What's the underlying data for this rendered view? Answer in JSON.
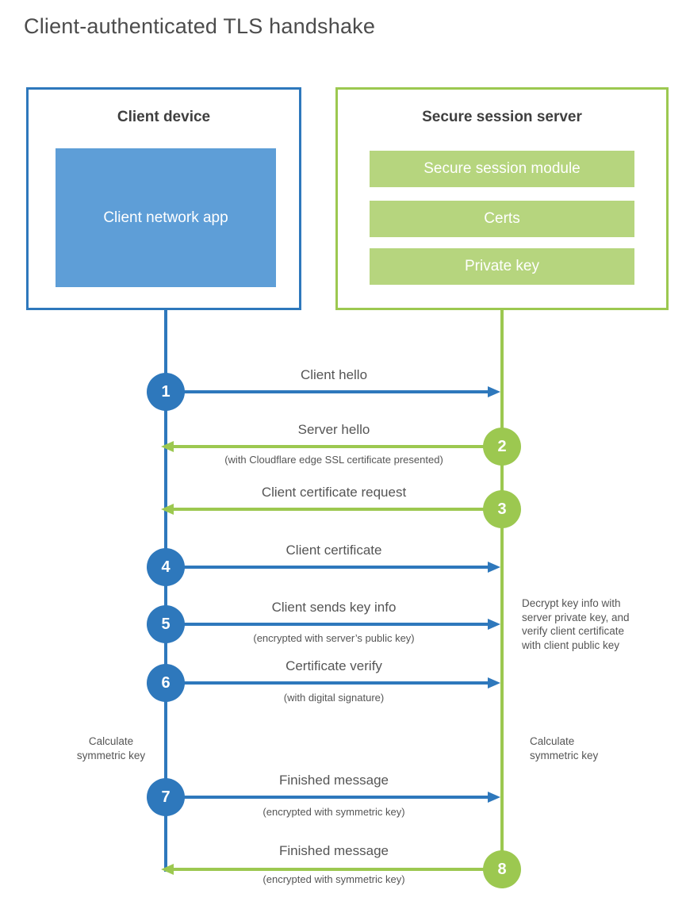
{
  "title": "Client-authenticated TLS handshake",
  "colors": {
    "blue": "#2e78bc",
    "blue_fill": "#5e9ed7",
    "green": "#9cc850",
    "green_fill": "#b6d57e",
    "label_text": "#555555",
    "heading_text": "#3f3f3f"
  },
  "client_box": {
    "title": "Client device",
    "app_label": "Client network app"
  },
  "server_box": {
    "title": "Secure session server",
    "modules": [
      "Secure session module",
      "Certs",
      "Private key"
    ]
  },
  "steps": [
    {
      "num": "1",
      "actor": "client",
      "direction": "right",
      "label": "Client hello",
      "sublabel": ""
    },
    {
      "num": "2",
      "actor": "server",
      "direction": "left",
      "label": "Server hello",
      "sublabel": "(with Cloudflare edge SSL certificate presented)"
    },
    {
      "num": "3",
      "actor": "server",
      "direction": "left",
      "label": "Client certificate request",
      "sublabel": ""
    },
    {
      "num": "4",
      "actor": "client",
      "direction": "right",
      "label": "Client certificate",
      "sublabel": ""
    },
    {
      "num": "5",
      "actor": "client",
      "direction": "right",
      "label": "Client sends key info",
      "sublabel": "(encrypted with server’s public key)"
    },
    {
      "num": "6",
      "actor": "client",
      "direction": "right",
      "label": "Certificate verify",
      "sublabel": "(with digital signature)"
    },
    {
      "num": "7",
      "actor": "client",
      "direction": "right",
      "label": "Finished message",
      "sublabel": "(encrypted with symmetric key)"
    },
    {
      "num": "8",
      "actor": "server",
      "direction": "left",
      "label": "Finished message",
      "sublabel": "(encrypted with symmetric key)"
    }
  ],
  "annotations": {
    "decrypt_note": "Decrypt key info with server private key, and verify client certificate with client public key",
    "decrypt_note_lines": [
      "Decrypt key info with",
      "server private key, and",
      "verify client certificate",
      "with client public key"
    ],
    "calculate_left": "Calculate symmetric key",
    "calculate_left_lines": [
      "Calculate",
      "symmetric key"
    ],
    "calculate_right": "Calculate symmetric key",
    "calculate_right_lines": [
      "Calculate",
      "symmetric key"
    ]
  }
}
